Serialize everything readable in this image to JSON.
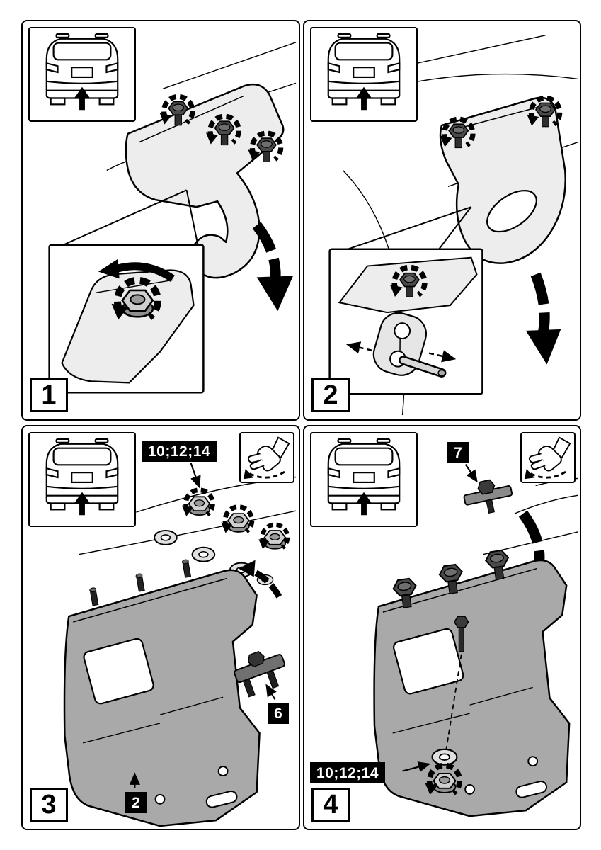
{
  "sheet": {
    "step_count": 4,
    "grid": "2x2"
  },
  "colors": {
    "outline": "#000000",
    "part_light": "#ededed",
    "part_dark": "#a9a9a9",
    "fastener": "#3a3a3a",
    "label_bg": "#000000",
    "label_fg": "#ffffff"
  },
  "steps": [
    {
      "number": "1",
      "icons": [
        "car-rear-view",
        "up-arrow",
        "bolt-rotation",
        "detail-inset",
        "remove-down-arrow"
      ],
      "callouts": []
    },
    {
      "number": "2",
      "icons": [
        "car-rear-view",
        "up-arrow",
        "bolt-rotation",
        "detail-inset",
        "exhaust-rubber-hanger",
        "remove-down-arrow"
      ],
      "callouts": []
    },
    {
      "number": "3",
      "icons": [
        "car-rear-view",
        "up-arrow",
        "hand-tighten",
        "nut-rotation",
        "washer",
        "bracket"
      ],
      "callouts": [
        {
          "name": "wrench-sizes",
          "text": "10;12;14"
        },
        {
          "name": "part-number",
          "text": "6"
        },
        {
          "name": "part-number",
          "text": "2"
        }
      ]
    },
    {
      "number": "4",
      "icons": [
        "car-rear-view",
        "up-arrow",
        "hand-tighten",
        "nut-rotation",
        "washer",
        "bracket",
        "install-down-arrow"
      ],
      "callouts": [
        {
          "name": "part-number",
          "text": "7"
        },
        {
          "name": "wrench-sizes",
          "text": "10;12;14"
        }
      ]
    }
  ]
}
